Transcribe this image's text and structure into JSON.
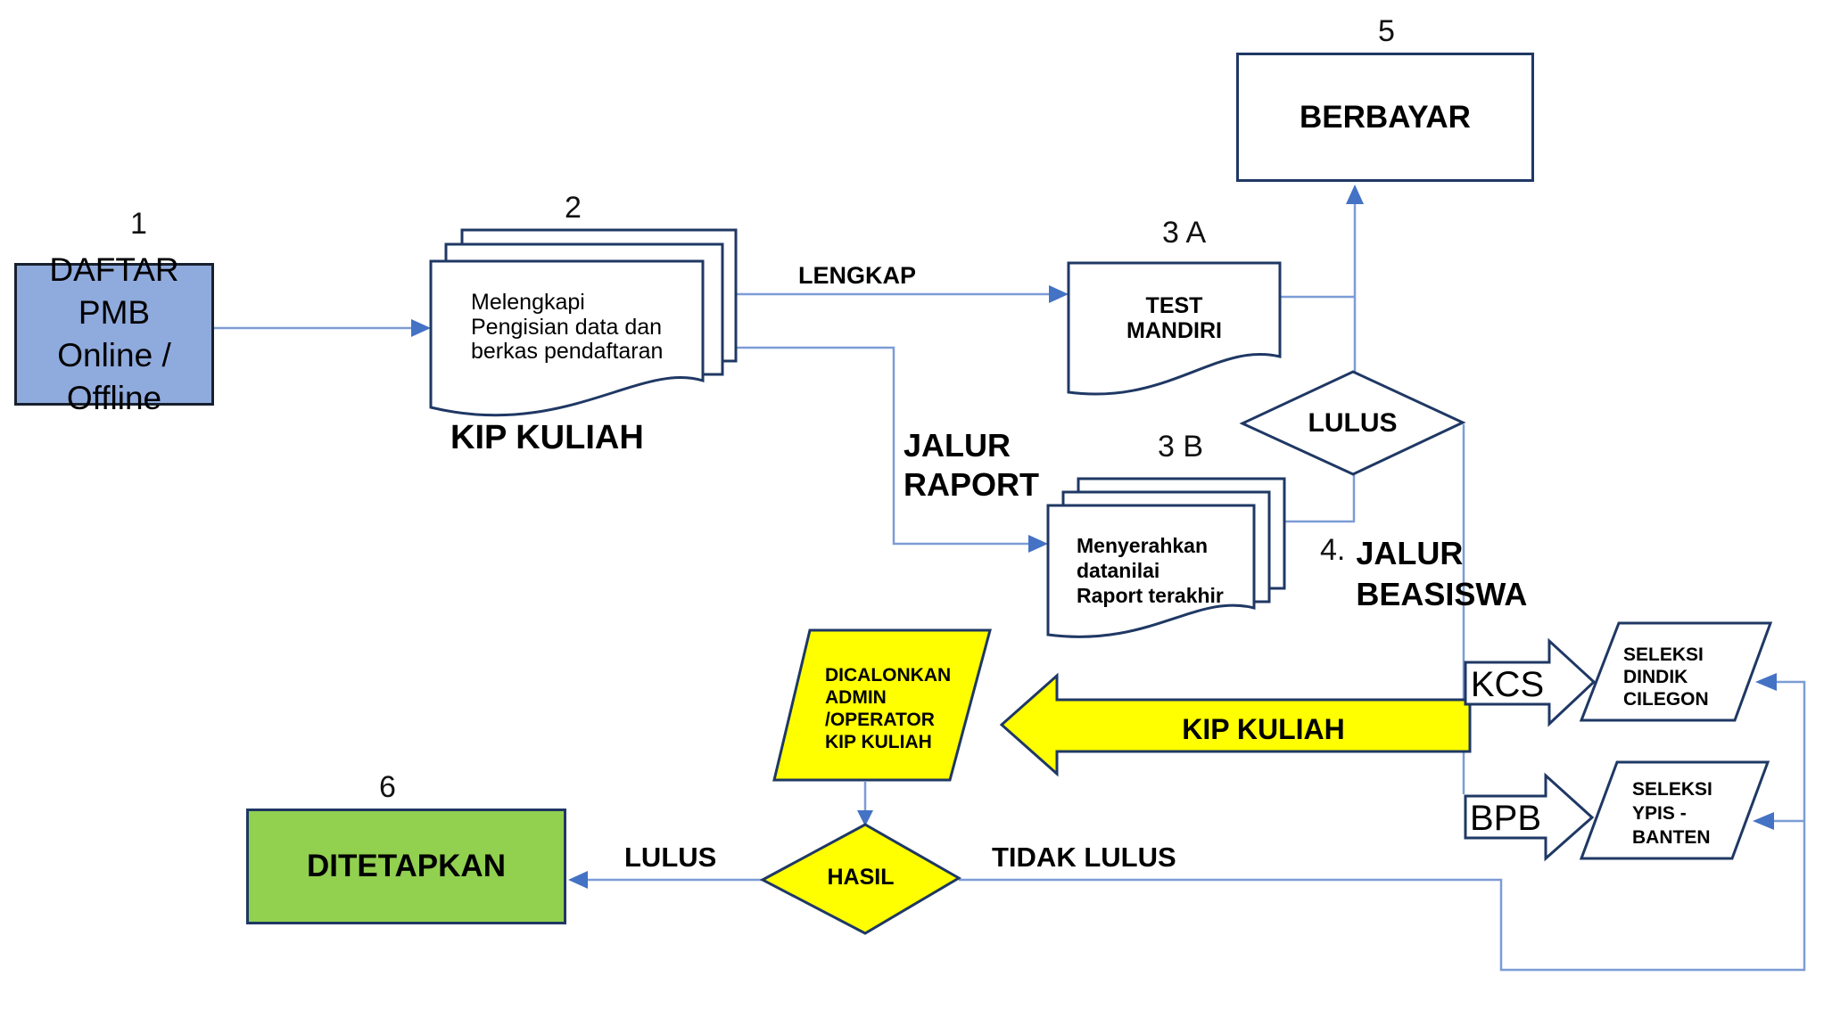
{
  "title": "PMB admission flowchart",
  "colors": {
    "yellow": "#FFFF00",
    "green": "#92D050",
    "blue_fill": "#8FAADC",
    "shape_border_navy": "#1F3864",
    "connector_blue": "#7C9CD6",
    "arrowhead_blue": "#4472C4"
  },
  "nodes": {
    "step1": {
      "number": "1",
      "text": "DAFTAR PMB\nOnline / Offline"
    },
    "step2": {
      "number": "2",
      "text": "Melengkapi\nPengisian data dan\nberkas pendaftaran",
      "caption": "KIP KULIAH"
    },
    "step3a": {
      "number": "3 A",
      "text": "TEST\nMANDIRI"
    },
    "step3b": {
      "number": "3 B",
      "text": "Menyerahkan\ndatanilai\nRaport terakhir"
    },
    "step4": {
      "number": "4.",
      "text": "JALUR\nBEASISWA"
    },
    "step5": {
      "number": "5",
      "text": "BERBAYAR"
    },
    "step6": {
      "number": "6",
      "text": "DITETAPKAN"
    },
    "lulus_decision": {
      "text": "LULUS"
    },
    "hasil_decision": {
      "text": "HASIL"
    },
    "dicalonkan": {
      "text": "DICALONKAN\nADMIN\n/OPERATOR\nKIP KULIAH"
    },
    "kip_big_arrow": {
      "text": "KIP KULIAH"
    },
    "kcs_arrow": {
      "text": "KCS"
    },
    "bpb_arrow": {
      "text": "BPB"
    },
    "seleksi_dindik": {
      "text": "SELEKSI\nDINDIK\nCILEGON"
    },
    "seleksi_ypis": {
      "text": "SELEKSI\nYPIS -\nBANTEN"
    }
  },
  "edges": {
    "lengkap": "LENGKAP",
    "jalur_raport": "JALUR\nRAPORT",
    "lulus": "LULUS",
    "tidak_lulus": "TIDAK LULUS"
  }
}
